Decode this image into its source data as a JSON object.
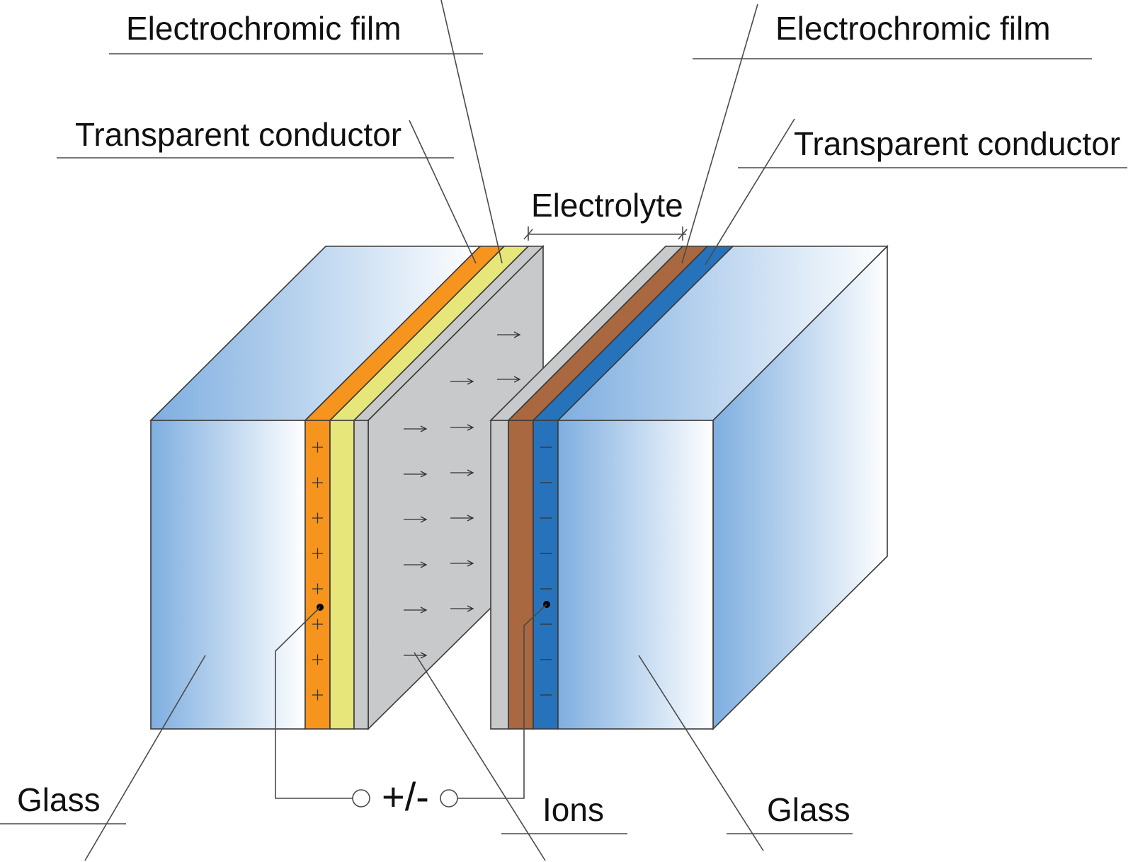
{
  "labels": {
    "ec_film_left": "Electrochromic film",
    "ec_film_right": "Electrochromic film",
    "tc_left": "Transparent conductor",
    "tc_right": "Transparent conductor",
    "electrolyte": "Electrolyte",
    "glass_left": "Glass",
    "glass_right": "Glass",
    "ions": "Ions",
    "source": "+/-"
  },
  "colors": {
    "glass_dark": "#7eaee0",
    "glass_light": "#ffffff",
    "tc_left": "#f7941d",
    "ec_left": "#e6e67a",
    "electrolyte": "#c8c9cb",
    "ec_right": "#a9683f",
    "tc_right": "#2673bc"
  }
}
